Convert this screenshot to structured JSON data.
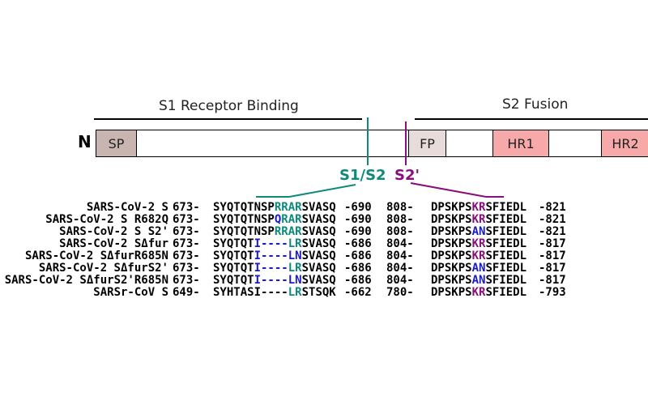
{
  "headers": {
    "s1": "S1 Receptor Binding",
    "s2": "S2 Fusion"
  },
  "n_terminus": "N",
  "domains": {
    "sp": "SP",
    "fp": "FP",
    "hr1": "HR1",
    "hr2": "HR2"
  },
  "sites": {
    "s1s2": "S1/S2",
    "s2prime": "S2'"
  },
  "colors": {
    "sp": "#c9b5b0",
    "fp": "#e8dcda",
    "hr": "#f7a9a9",
    "s1s2_teal": "#0f8a7a",
    "s2prime_purple": "#8a0f7a",
    "blue": "#1a1acc"
  },
  "alignment": [
    {
      "name": "SARS-CoV-2 S",
      "start1": "673-",
      "seq1": [
        {
          "t": "SYQTQTNSP",
          "c": "k"
        },
        {
          "t": "RRAR",
          "c": "teal"
        },
        {
          "t": "SVASQ",
          "c": "k"
        }
      ],
      "end1": "-690",
      "start2": "808-",
      "seq2": [
        {
          "t": "DPSKPS",
          "c": "k"
        },
        {
          "t": "KR",
          "c": "purple"
        },
        {
          "t": "SFIEDL",
          "c": "k"
        }
      ],
      "end2": "-821"
    },
    {
      "name": "SARS-CoV-2 S R682Q",
      "start1": "673-",
      "seq1": [
        {
          "t": "SYQTQTNSP",
          "c": "k"
        },
        {
          "t": "Q",
          "c": "blue"
        },
        {
          "t": "RAR",
          "c": "teal"
        },
        {
          "t": "SVASQ",
          "c": "k"
        }
      ],
      "end1": "-690",
      "start2": "808-",
      "seq2": [
        {
          "t": "DPSKPS",
          "c": "k"
        },
        {
          "t": "KR",
          "c": "purple"
        },
        {
          "t": "SFIEDL",
          "c": "k"
        }
      ],
      "end2": "-821"
    },
    {
      "name": "SARS-CoV-2 S S2'",
      "start1": "673-",
      "seq1": [
        {
          "t": "SYQTQTNSP",
          "c": "k"
        },
        {
          "t": "RRAR",
          "c": "teal"
        },
        {
          "t": "SVASQ",
          "c": "k"
        }
      ],
      "end1": "-690",
      "start2": "808-",
      "seq2": [
        {
          "t": "DPSKPS",
          "c": "k"
        },
        {
          "t": "AN",
          "c": "blue"
        },
        {
          "t": "SFIEDL",
          "c": "k"
        }
      ],
      "end2": "-821"
    },
    {
      "name": "SARS-CoV-2 SΔfur",
      "start1": "673-",
      "seq1": [
        {
          "t": "SYQTQT",
          "c": "k"
        },
        {
          "t": "I----",
          "c": "blue"
        },
        {
          "t": "LR",
          "c": "teal"
        },
        {
          "t": "SVASQ",
          "c": "k"
        }
      ],
      "end1": "-686",
      "start2": "804-",
      "seq2": [
        {
          "t": "DPSKPS",
          "c": "k"
        },
        {
          "t": "KR",
          "c": "purple"
        },
        {
          "t": "SFIEDL",
          "c": "k"
        }
      ],
      "end2": "-817"
    },
    {
      "name": "SARS-CoV-2 SΔfurR685N",
      "start1": "673-",
      "seq1": [
        {
          "t": "SYQTQT",
          "c": "k"
        },
        {
          "t": "I----",
          "c": "blue"
        },
        {
          "t": "LN",
          "c": "blue"
        },
        {
          "t": "SVASQ",
          "c": "k"
        }
      ],
      "end1": "-686",
      "start2": "804-",
      "seq2": [
        {
          "t": "DPSKPS",
          "c": "k"
        },
        {
          "t": "KR",
          "c": "purple"
        },
        {
          "t": "SFIEDL",
          "c": "k"
        }
      ],
      "end2": "-817"
    },
    {
      "name": "SARS-CoV-2 SΔfurS2'",
      "start1": "673-",
      "seq1": [
        {
          "t": "SYQTQT",
          "c": "k"
        },
        {
          "t": "I----",
          "c": "blue"
        },
        {
          "t": "LR",
          "c": "teal"
        },
        {
          "t": "SVASQ",
          "c": "k"
        }
      ],
      "end1": "-686",
      "start2": "804-",
      "seq2": [
        {
          "t": "DPSKPS",
          "c": "k"
        },
        {
          "t": "AN",
          "c": "blue"
        },
        {
          "t": "SFIEDL",
          "c": "k"
        }
      ],
      "end2": "-817"
    },
    {
      "name": "SARS-CoV-2 SΔfurS2'R685N",
      "start1": "673-",
      "seq1": [
        {
          "t": "SYQTQT",
          "c": "k"
        },
        {
          "t": "I----",
          "c": "blue"
        },
        {
          "t": "LN",
          "c": "blue"
        },
        {
          "t": "SVASQ",
          "c": "k"
        }
      ],
      "end1": "-686",
      "start2": "804-",
      "seq2": [
        {
          "t": "DPSKPS",
          "c": "k"
        },
        {
          "t": "AN",
          "c": "blue"
        },
        {
          "t": "SFIEDL",
          "c": "k"
        }
      ],
      "end2": "-817"
    },
    {
      "name": "SARSr-CoV S",
      "start1": "649-",
      "seq1": [
        {
          "t": "SYHTASI",
          "c": "k"
        },
        {
          "t": "----",
          "c": "k"
        },
        {
          "t": "LR",
          "c": "teal"
        },
        {
          "t": "STSQK",
          "c": "k"
        }
      ],
      "end1": "-662",
      "start2": "780-",
      "seq2": [
        {
          "t": "DPSKPS",
          "c": "k"
        },
        {
          "t": "KR",
          "c": "purple"
        },
        {
          "t": "SFIEDL",
          "c": "k"
        }
      ],
      "end2": "-793"
    }
  ]
}
